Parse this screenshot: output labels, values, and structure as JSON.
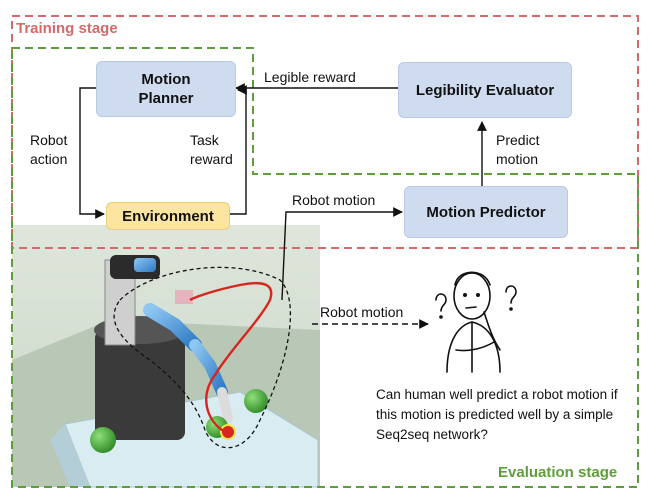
{
  "stages": {
    "training": "Training stage",
    "evaluation": "Evaluation stage"
  },
  "boxes": {
    "motion_planner": "Motion Planner",
    "environment": "Environment",
    "legibility_evaluator": "Legibility Evaluator",
    "motion_predictor": "Motion Predictor"
  },
  "arrows": {
    "legible_reward": "Legible reward",
    "robot_action": "Robot action",
    "task_reward": "Task reward",
    "predict_motion": "Predict motion",
    "robot_motion_top": "Robot motion",
    "robot_motion_eval": "Robot motion"
  },
  "question": "Can human well predict a robot motion if this motion is predicted well by a simple Seq2seq network?",
  "colors": {
    "training_border": "#d46a6a",
    "evaluation_border": "#5e9e3a",
    "box_blue": "#cfdcef",
    "box_yellow": "#fbe5a0",
    "trajectory": "#d7261e"
  },
  "icons": [
    "robot-arm-simulation",
    "thinking-person-icon",
    "question-mark-icon"
  ]
}
